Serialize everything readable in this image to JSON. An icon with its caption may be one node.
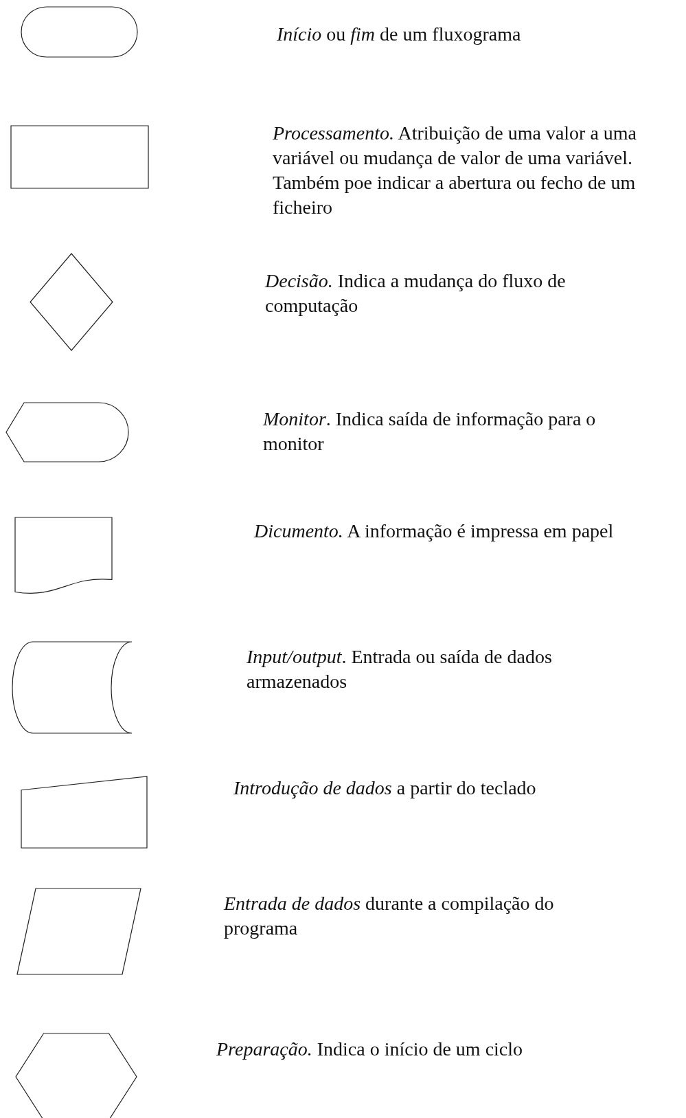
{
  "diagram": {
    "nodes": [
      {
        "text": [],
        "shape": "stadium"
      },
      {
        "text": [],
        "shape": "box"
      },
      {
        "text": [],
        "shape": "diamond"
      },
      {
        "text": [],
        "shape": "display"
      },
      {
        "text": [],
        "shape": "document"
      },
      {
        "text": [],
        "shape": "storage"
      },
      {
        "text": [],
        "shape": "trapezoid"
      },
      {
        "text": [],
        "shape": "parallelogram"
      },
      {
        "text": [],
        "shape": "hexagon"
      }
    ],
    "labels": [
      "*Início* ou *fim* de um fluxograma",
      "*Processamento.* Atribuição de uma valor a uma variável ou mudança de valor de uma variável. Também poe indicar a abertura ou fecho de um ficheiro",
      "*Decisão.* Indica a mudança do fluxo de computação",
      "*Monitor*. Indica saída de informação para o monitor",
      "*Dicumento.* A informação é impressa em papel",
      "*Input/output*. Entrada ou saída de dados armazenados",
      "*Introdução de dados* a partir do teclado",
      "*Entrada de dados* durante a compilação do programa",
      "*Preparação.* Indica o início de um ciclo"
    ]
  }
}
